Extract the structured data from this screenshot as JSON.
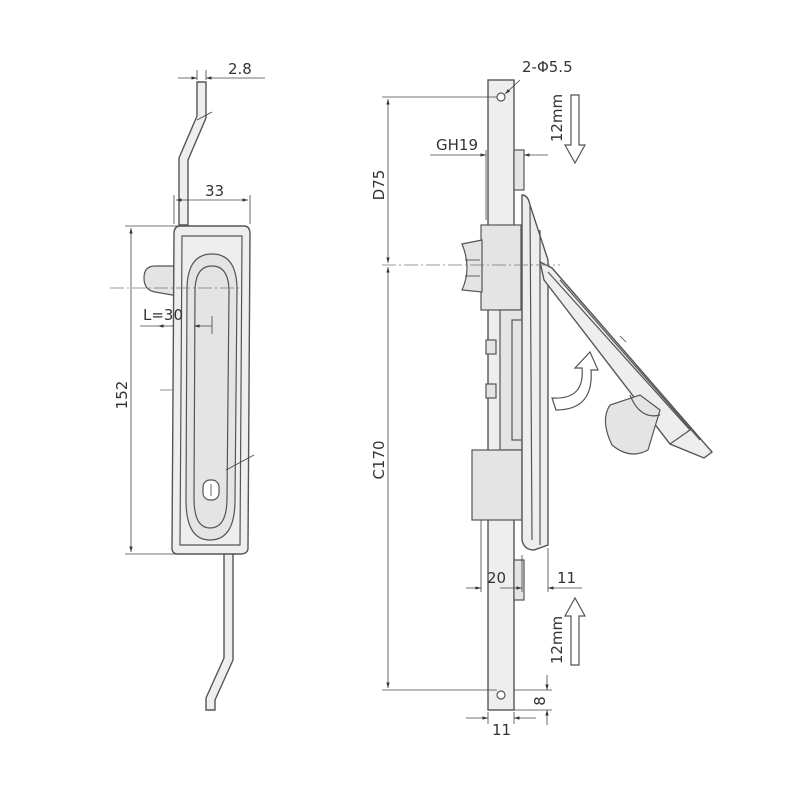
{
  "front_view": {
    "rod_thickness": "2.8",
    "body_width": "33",
    "body_length": "152",
    "lever_offset": "L=30"
  },
  "side_view": {
    "hole_spec": "2-Φ5.5",
    "stroke_top": "12mm",
    "stroke_bottom": "12mm",
    "nut_size": "GH19",
    "upper_distance": "D75",
    "lower_distance": "C170",
    "body_depth": "20",
    "handle_depth": "11",
    "rod_width": "11",
    "end_margin": "8"
  },
  "colors": {
    "line": "#555555",
    "fill": "#eeeeee",
    "text": "#333333"
  }
}
